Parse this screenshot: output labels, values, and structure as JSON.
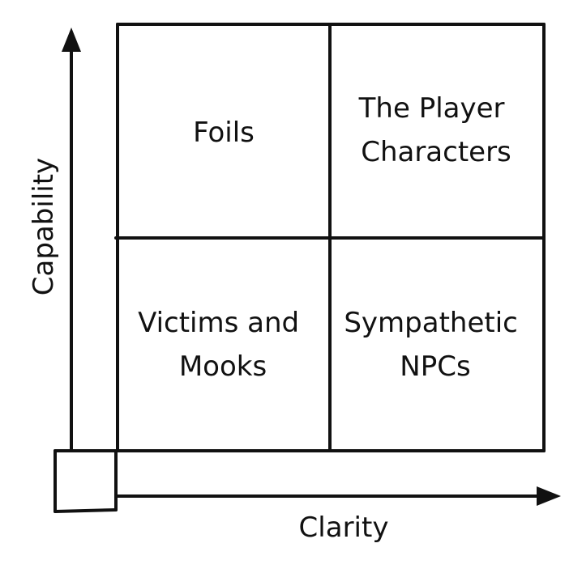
{
  "axes": {
    "x_label": "Clarity",
    "y_label": "Capability"
  },
  "quadrants": {
    "top_left": [
      "Foils"
    ],
    "top_right": [
      "The Player",
      "Characters"
    ],
    "bottom_left": [
      "Victims and",
      "Mooks"
    ],
    "bottom_right": [
      "Sympathetic",
      "NPCs"
    ]
  }
}
